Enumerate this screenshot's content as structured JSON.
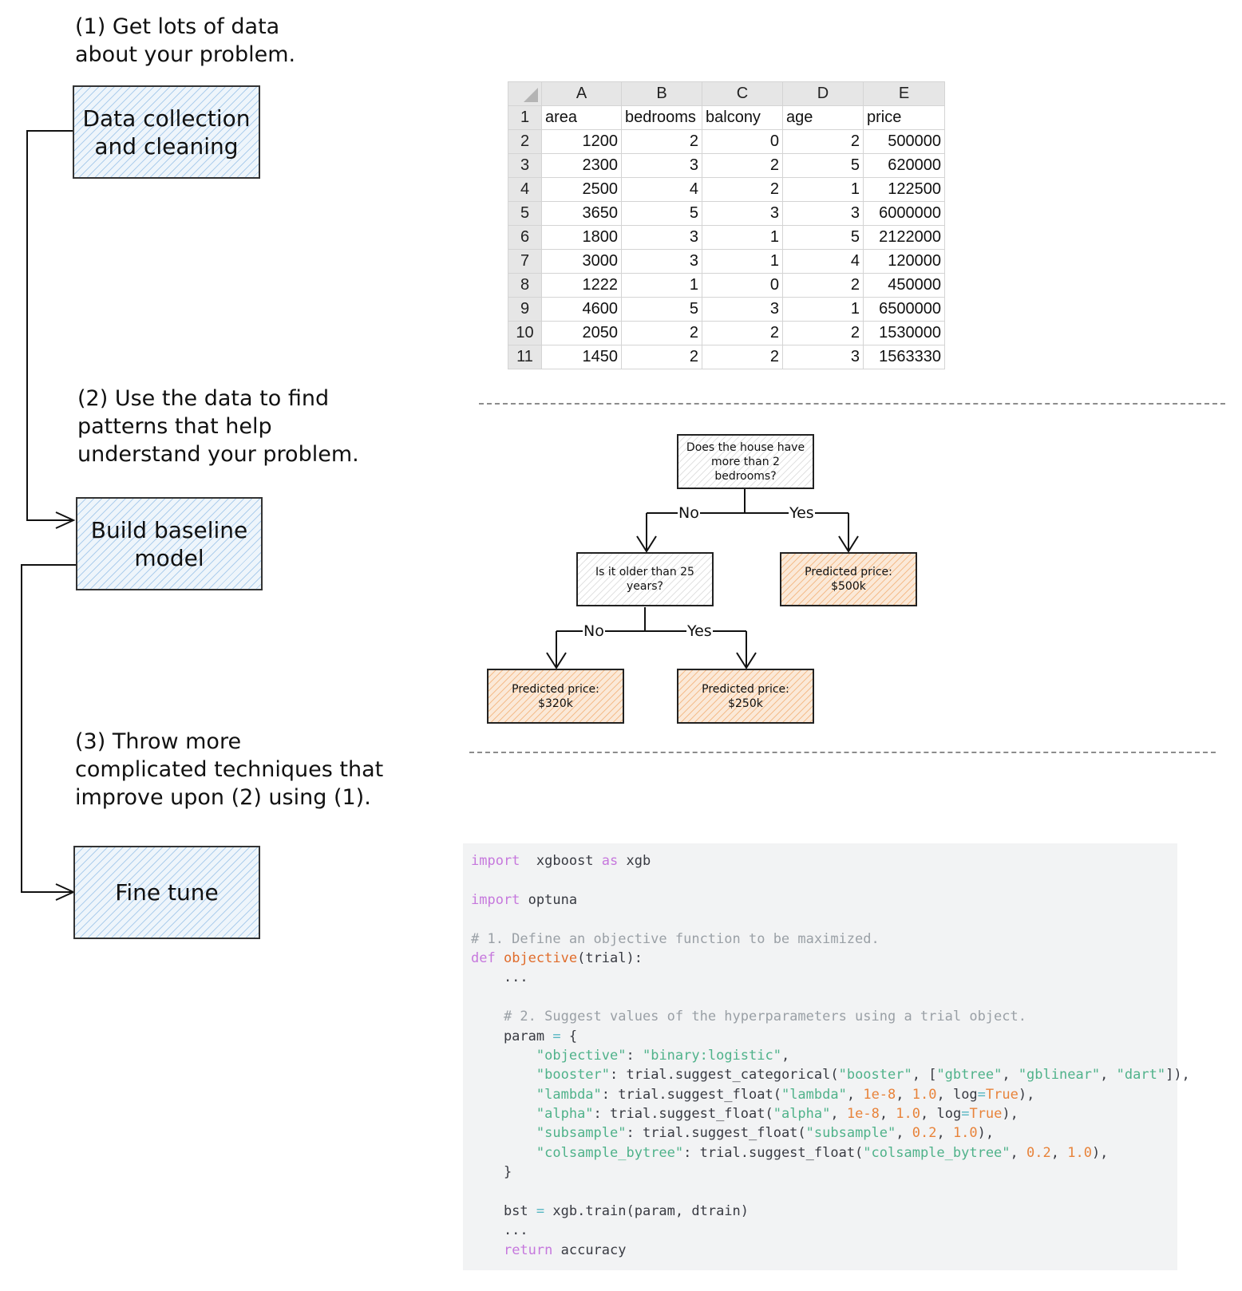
{
  "notes": {
    "step1_note": [
      "(1) Get lots of data",
      "about your problem."
    ],
    "step2_note": [
      "(2) Use the data to find",
      "patterns that help",
      "understand your problem."
    ],
    "step3_note": [
      "(3) Throw more",
      "complicated techniques that",
      "improve upon (2) using (1)."
    ]
  },
  "steps": {
    "data_collection": [
      "Data collection",
      "and cleaning"
    ],
    "baseline": [
      "Build baseline",
      "model"
    ],
    "fine_tune": [
      "Fine tune"
    ]
  },
  "spreadsheet": {
    "columns": [
      "A",
      "B",
      "C",
      "D",
      "E"
    ],
    "header_row": [
      "area",
      "bedrooms",
      "balcony",
      "age",
      "price"
    ],
    "rows": [
      [
        "1200",
        "2",
        "0",
        "2",
        "500000"
      ],
      [
        "2300",
        "3",
        "2",
        "5",
        "620000"
      ],
      [
        "2500",
        "4",
        "2",
        "1",
        "122500"
      ],
      [
        "3650",
        "5",
        "3",
        "3",
        "6000000"
      ],
      [
        "1800",
        "3",
        "1",
        "5",
        "2122000"
      ],
      [
        "3000",
        "3",
        "1",
        "4",
        "120000"
      ],
      [
        "1222",
        "1",
        "0",
        "2",
        "450000"
      ],
      [
        "4600",
        "5",
        "3",
        "1",
        "6500000"
      ],
      [
        "2050",
        "2",
        "2",
        "2",
        "1530000"
      ],
      [
        "1450",
        "2",
        "2",
        "3",
        "1563330"
      ]
    ]
  },
  "tree": {
    "root": [
      "Does the house have",
      "more than 2",
      "bedrooms?"
    ],
    "age_question": [
      "Is it older than 25",
      "years?"
    ],
    "leaf_500k": [
      "Predicted price:",
      "$500k"
    ],
    "leaf_320k": [
      "Predicted price:",
      "$320k"
    ],
    "leaf_250k": [
      "Predicted price:",
      "$250k"
    ],
    "no_label": "No",
    "yes_label": "Yes"
  },
  "code_lines": [
    [
      [
        "kw",
        "import"
      ],
      [
        "",
        "  xgboost "
      ],
      [
        "kw",
        "as"
      ],
      [
        "",
        " xgb"
      ]
    ],
    [],
    [
      [
        "kw",
        "import"
      ],
      [
        "",
        " optuna"
      ]
    ],
    [],
    [
      [
        "cm",
        "# 1. Define an objective function to be maximized."
      ]
    ],
    [
      [
        "kw",
        "def"
      ],
      [
        "",
        " "
      ],
      [
        "fn",
        "objective"
      ],
      [
        "",
        "(trial):"
      ]
    ],
    [
      [
        "",
        "    ..."
      ]
    ],
    [],
    [
      [
        "",
        "    "
      ],
      [
        "cm",
        "# 2. Suggest values of the hyperparameters using a trial object."
      ]
    ],
    [
      [
        "",
        "    param "
      ],
      [
        "op",
        "="
      ],
      [
        "",
        " {"
      ]
    ],
    [
      [
        "",
        "        "
      ],
      [
        "st",
        "\"objective\""
      ],
      [
        "",
        ": "
      ],
      [
        "st",
        "\"binary:logistic\""
      ],
      [
        "",
        ","
      ]
    ],
    [
      [
        "",
        "        "
      ],
      [
        "st",
        "\"booster\""
      ],
      [
        "",
        ": trial.suggest_categorical("
      ],
      [
        "st",
        "\"booster\""
      ],
      [
        "",
        ", ["
      ],
      [
        "st",
        "\"gbtree\""
      ],
      [
        "",
        ", "
      ],
      [
        "st",
        "\"gblinear\""
      ],
      [
        "",
        ", "
      ],
      [
        "st",
        "\"dart\""
      ],
      [
        "",
        "]),"
      ]
    ],
    [
      [
        "",
        "        "
      ],
      [
        "st",
        "\"lambda\""
      ],
      [
        "",
        ": trial.suggest_float("
      ],
      [
        "st",
        "\"lambda\""
      ],
      [
        "",
        ", "
      ],
      [
        "nu",
        "1e-8"
      ],
      [
        "",
        ", "
      ],
      [
        "nu",
        "1.0"
      ],
      [
        "",
        ", log"
      ],
      [
        "op",
        "="
      ],
      [
        "bo",
        "True"
      ],
      [
        "",
        "),"
      ]
    ],
    [
      [
        "",
        "        "
      ],
      [
        "st",
        "\"alpha\""
      ],
      [
        "",
        ": trial.suggest_float("
      ],
      [
        "st",
        "\"alpha\""
      ],
      [
        "",
        ", "
      ],
      [
        "nu",
        "1e-8"
      ],
      [
        "",
        ", "
      ],
      [
        "nu",
        "1.0"
      ],
      [
        "",
        ", log"
      ],
      [
        "op",
        "="
      ],
      [
        "bo",
        "True"
      ],
      [
        "",
        "),"
      ]
    ],
    [
      [
        "",
        "        "
      ],
      [
        "st",
        "\"subsample\""
      ],
      [
        "",
        ": trial.suggest_float("
      ],
      [
        "st",
        "\"subsample\""
      ],
      [
        "",
        ", "
      ],
      [
        "nu",
        "0.2"
      ],
      [
        "",
        ", "
      ],
      [
        "nu",
        "1.0"
      ],
      [
        "",
        "),"
      ]
    ],
    [
      [
        "",
        "        "
      ],
      [
        "st",
        "\"colsample_bytree\""
      ],
      [
        "",
        ": trial.suggest_float("
      ],
      [
        "st",
        "\"colsample_bytree\""
      ],
      [
        "",
        ", "
      ],
      [
        "nu",
        "0.2"
      ],
      [
        "",
        ", "
      ],
      [
        "nu",
        "1.0"
      ],
      [
        "",
        "),"
      ]
    ],
    [
      [
        "",
        "    }"
      ]
    ],
    [],
    [
      [
        "",
        "    bst "
      ],
      [
        "op",
        "="
      ],
      [
        "",
        " xgb.train(param, dtrain)"
      ]
    ],
    [
      [
        "",
        "    ..."
      ]
    ],
    [
      [
        "",
        "    "
      ],
      [
        "kw",
        "return"
      ],
      [
        "",
        " accuracy"
      ]
    ]
  ]
}
